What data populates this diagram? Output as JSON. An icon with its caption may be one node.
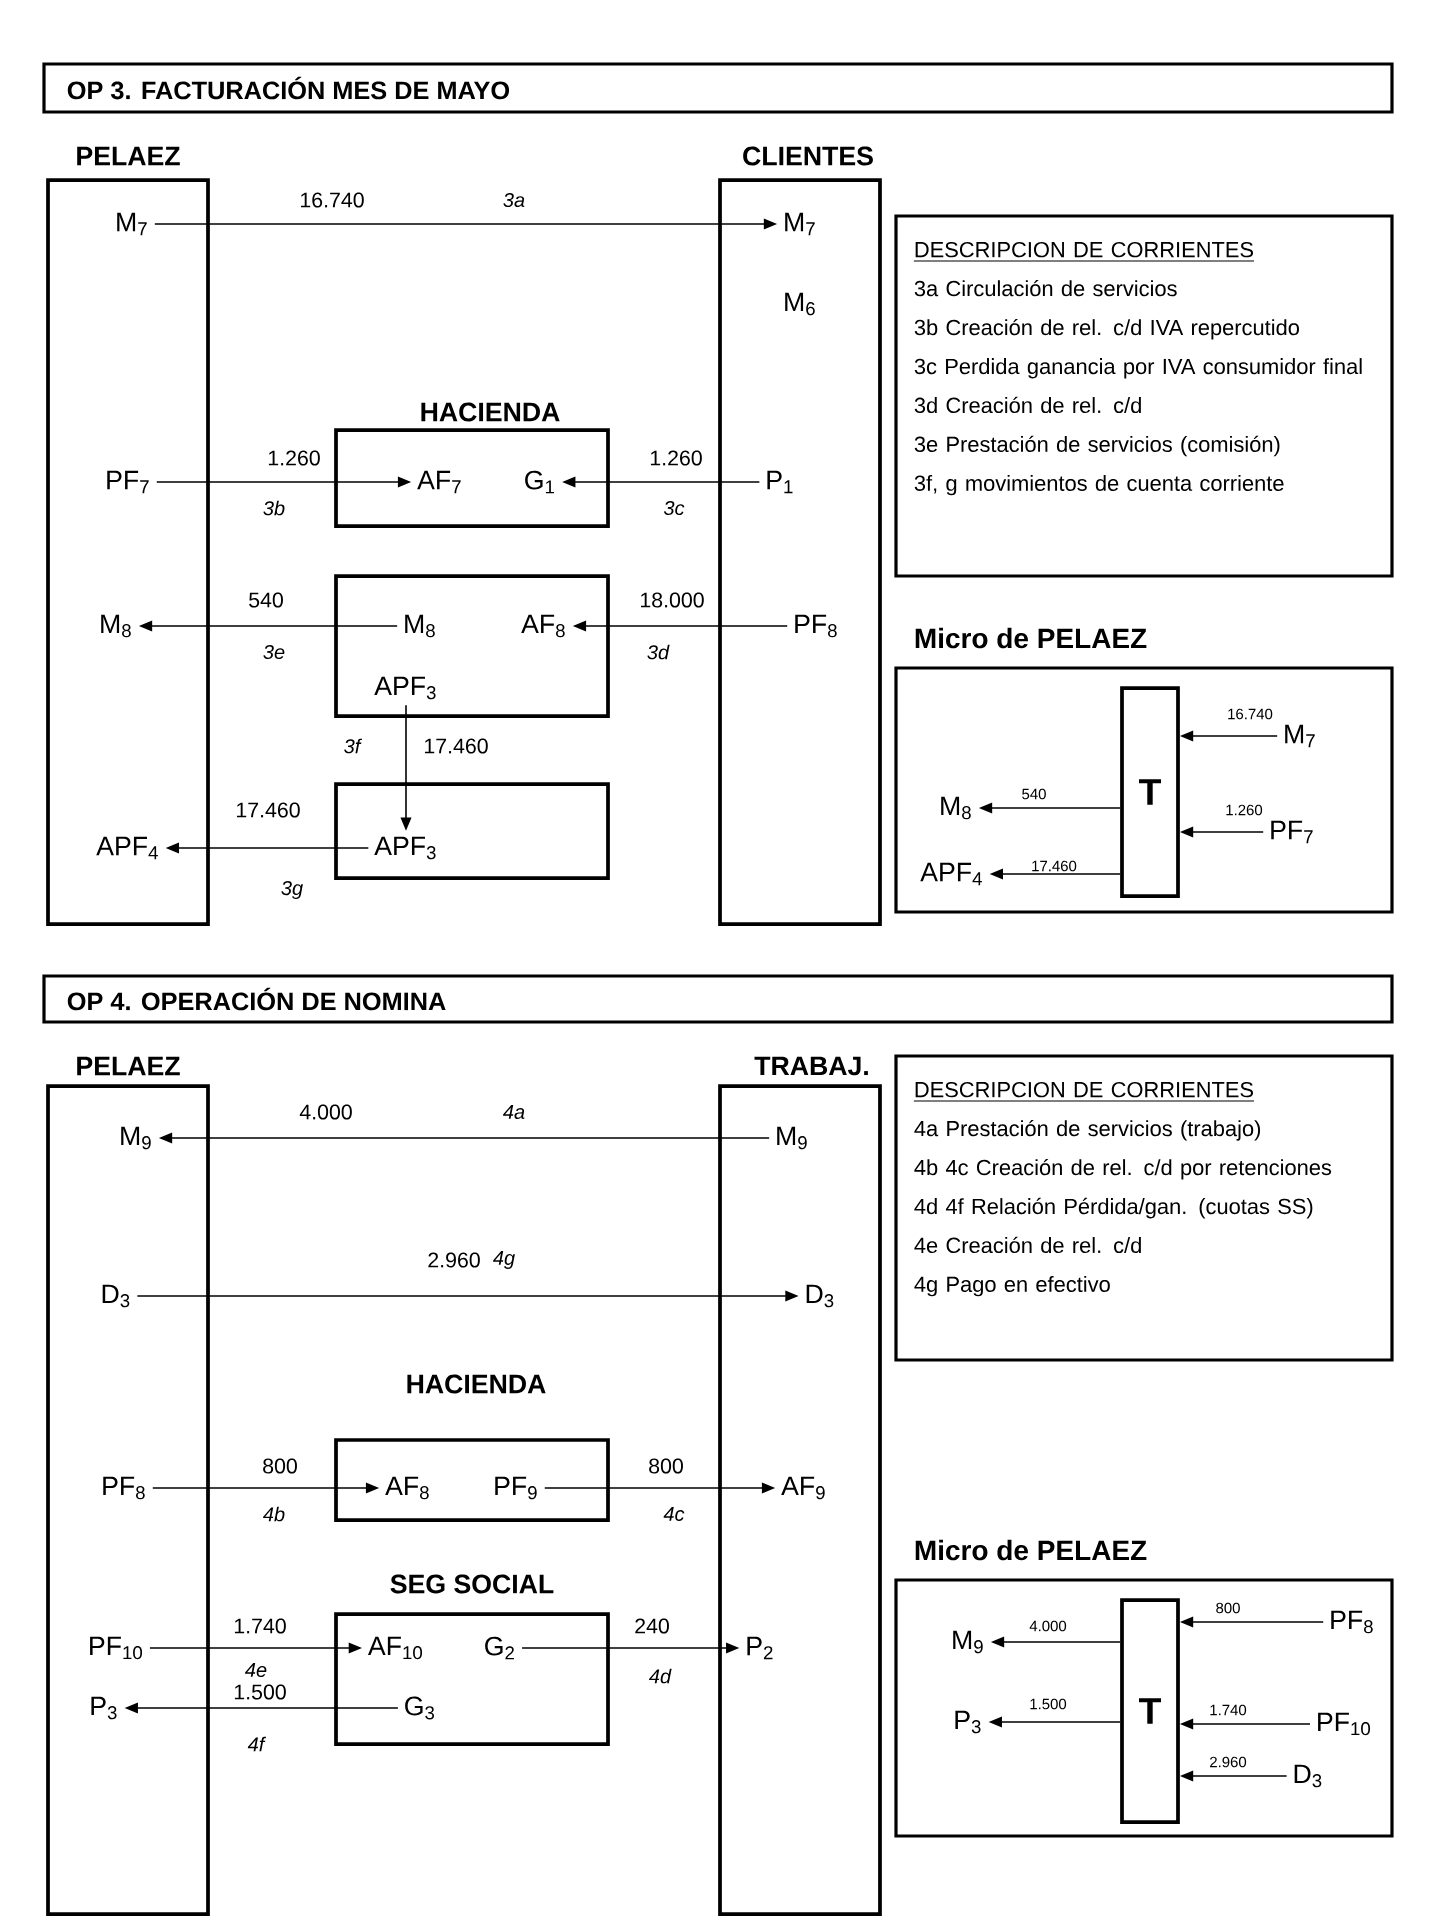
{
  "diagram": {
    "nodes": [
      {
        "text": [
          "OP 3. FACTURACIÓN MES DE MAYO"
        ]
      },
      {
        "text": [
          "PELAEZ"
        ]
      },
      {
        "text": [
          "M$_{7}$"
        ],
        "in": 1
      },
      {
        "text": [
          "PF$_{7}$"
        ],
        "in": 1
      },
      {
        "text": [
          "M$_{8}$"
        ],
        "in": 1
      },
      {
        "text": [
          "APF$_{4}$"
        ],
        "in": 1
      },
      {
        "text": [
          "CLIENTES",
          "M$_{6}$"
        ]
      },
      {
        "text": [
          "M$_{7}$"
        ],
        "in": 6
      },
      {
        "text": [
          "P$_{1}$"
        ],
        "in": 6
      },
      {
        "text": [
          "PF$_{8}$"
        ],
        "in": 6
      },
      {
        "text": [
          "HACIENDA"
        ]
      },
      {
        "text": [
          "AF$_{7}$"
        ],
        "in": 10
      },
      {
        "text": [
          "G$_{1}$"
        ],
        "in": 10
      },
      {
        "text": [],
        "shape": "box"
      },
      {
        "text": [
          "M$_{8}$"
        ],
        "in": 13
      },
      {
        "text": [
          "AF$_{8}$"
        ],
        "in": 13
      },
      {
        "text": [
          "APF$_{3}$"
        ],
        "in": 13
      },
      {
        "text": [],
        "shape": "box"
      },
      {
        "text": [
          "APF$_{3}$"
        ],
        "in": 17
      },
      {
        "text": [
          "DESCRIPCION DE CORRIENTES",
          "3a Circulación de servicios",
          "3b Creación de rel. c/d IVA repercutido",
          "3c Perdida ganancia por IVA consumidor final",
          "3d Creación de rel. c/d",
          "3e Prestación de servicios (comisión)",
          "3f, g movimientos de cuenta corriente"
        ]
      },
      {
        "text": [
          "Micro de PELAEZ"
        ]
      },
      {
        "text": [
          "T"
        ],
        "in": 20
      },
      {
        "text": [
          "M$_{7}$"
        ],
        "in": 20
      },
      {
        "text": [
          "PF$_{7}$"
        ],
        "in": 20
      },
      {
        "text": [
          "M$_{8}$"
        ],
        "in": 20
      },
      {
        "text": [
          "APF$_{4}$"
        ],
        "in": 20
      },
      {
        "text": [
          "OP 4. OPERACIÓN DE NOMINA"
        ]
      },
      {
        "text": [
          "PELAEZ"
        ]
      },
      {
        "text": [
          "M$_{9}$"
        ],
        "in": 27
      },
      {
        "text": [
          "D$_{3}$"
        ],
        "in": 27
      },
      {
        "text": [
          "PF$_{8}$"
        ],
        "in": 27
      },
      {
        "text": [
          "PF$_{10}$"
        ],
        "in": 27
      },
      {
        "text": [
          "P$_{3}$"
        ],
        "in": 27
      },
      {
        "text": [
          "TRABAJ."
        ]
      },
      {
        "text": [
          "M$_{9}$"
        ],
        "in": 33
      },
      {
        "text": [
          "D$_{3}$"
        ],
        "in": 33
      },
      {
        "text": [
          "AF$_{9}$"
        ],
        "in": 33
      },
      {
        "text": [
          "P$_{2}$"
        ],
        "in": 33
      },
      {
        "text": [
          "HACIENDA"
        ]
      },
      {
        "text": [
          "AF$_{8}$"
        ],
        "in": 38
      },
      {
        "text": [
          "PF$_{9}$"
        ],
        "in": 38
      },
      {
        "text": [
          "SEG SOCIAL"
        ]
      },
      {
        "text": [
          "AF$_{10}$"
        ],
        "in": 41
      },
      {
        "text": [
          "G$_{2}$"
        ],
        "in": 41
      },
      {
        "text": [
          "G$_{3}$"
        ],
        "in": 41
      },
      {
        "text": [
          "DESCRIPCION DE CORRIENTES",
          "4a  Prestación de servicios (trabajo)",
          "4b 4c  Creación de rel. c/d por retenciones",
          "4d 4f Relación Pérdida/gan. (cuotas SS)",
          "4e Creación de rel. c/d",
          "4g Pago en efectivo"
        ]
      },
      {
        "text": [
          "Micro de PELAEZ"
        ]
      },
      {
        "text": [
          "T"
        ],
        "in": 46
      },
      {
        "text": [
          "M$_{9}$"
        ],
        "in": 46
      },
      {
        "text": [
          "P$_{3}$"
        ],
        "in": 46
      },
      {
        "text": [
          "PF$_{8}$"
        ],
        "in": 46
      },
      {
        "text": [
          "PF$_{10}$"
        ],
        "in": 46
      },
      {
        "text": [
          "D$_{3}$"
        ],
        "in": 46
      }
    ],
    "edges": [
      {
        "from": 2,
        "to": 7,
        "arrow": "to",
        "label": "16.740"
      },
      {
        "from": 3,
        "to": 11,
        "arrow": "to",
        "label": "1.260"
      },
      {
        "from": 8,
        "to": 12,
        "arrow": "to",
        "label": "1.260"
      },
      {
        "from": 14,
        "to": 4,
        "arrow": "to",
        "label": "540"
      },
      {
        "from": 9,
        "to": 15,
        "arrow": "to",
        "label": "18.000"
      },
      {
        "from": 16,
        "to": 18,
        "arrow": "to",
        "label": "17.460"
      },
      {
        "from": 18,
        "to": 5,
        "arrow": "to",
        "label": "17.460"
      },
      {
        "from": 22,
        "to": 21,
        "arrow": "to",
        "label": "16.740"
      },
      {
        "from": 23,
        "to": 21,
        "arrow": "to",
        "label": "1.260"
      },
      {
        "from": 21,
        "to": 24,
        "arrow": "to",
        "label": "540"
      },
      {
        "from": 21,
        "to": 25,
        "arrow": "to",
        "label": "17.460"
      },
      {
        "from": 34,
        "to": 28,
        "arrow": "to",
        "label": "4.000"
      },
      {
        "from": 29,
        "to": 35,
        "arrow": "to",
        "label": "2.960"
      },
      {
        "from": 30,
        "to": 39,
        "arrow": "to",
        "label": "800"
      },
      {
        "from": 40,
        "to": 36,
        "arrow": "to",
        "label": "800"
      },
      {
        "from": 31,
        "to": 42,
        "arrow": "to",
        "label": "1.740"
      },
      {
        "from": 43,
        "to": 37,
        "arrow": "to",
        "label": "240"
      },
      {
        "from": 44,
        "to": 32,
        "arrow": "to",
        "label": "1.500"
      },
      {
        "from": 47,
        "to": 48,
        "arrow": "to",
        "label": "4.000"
      },
      {
        "from": 47,
        "to": 49,
        "arrow": "to",
        "label": "1.500"
      },
      {
        "from": 50,
        "to": 47,
        "arrow": "to",
        "label": "800"
      },
      {
        "from": 51,
        "to": 47,
        "arrow": "to",
        "label": "1.740"
      },
      {
        "from": 52,
        "to": 47,
        "arrow": "to",
        "label": "2.960"
      }
    ],
    "labels": [
      "3a",
      "3b",
      "3c",
      "3e",
      "3d",
      "3f",
      "3g",
      "4a",
      "4g",
      "4b",
      "4c",
      "4e",
      "4d",
      "4f"
    ]
  }
}
